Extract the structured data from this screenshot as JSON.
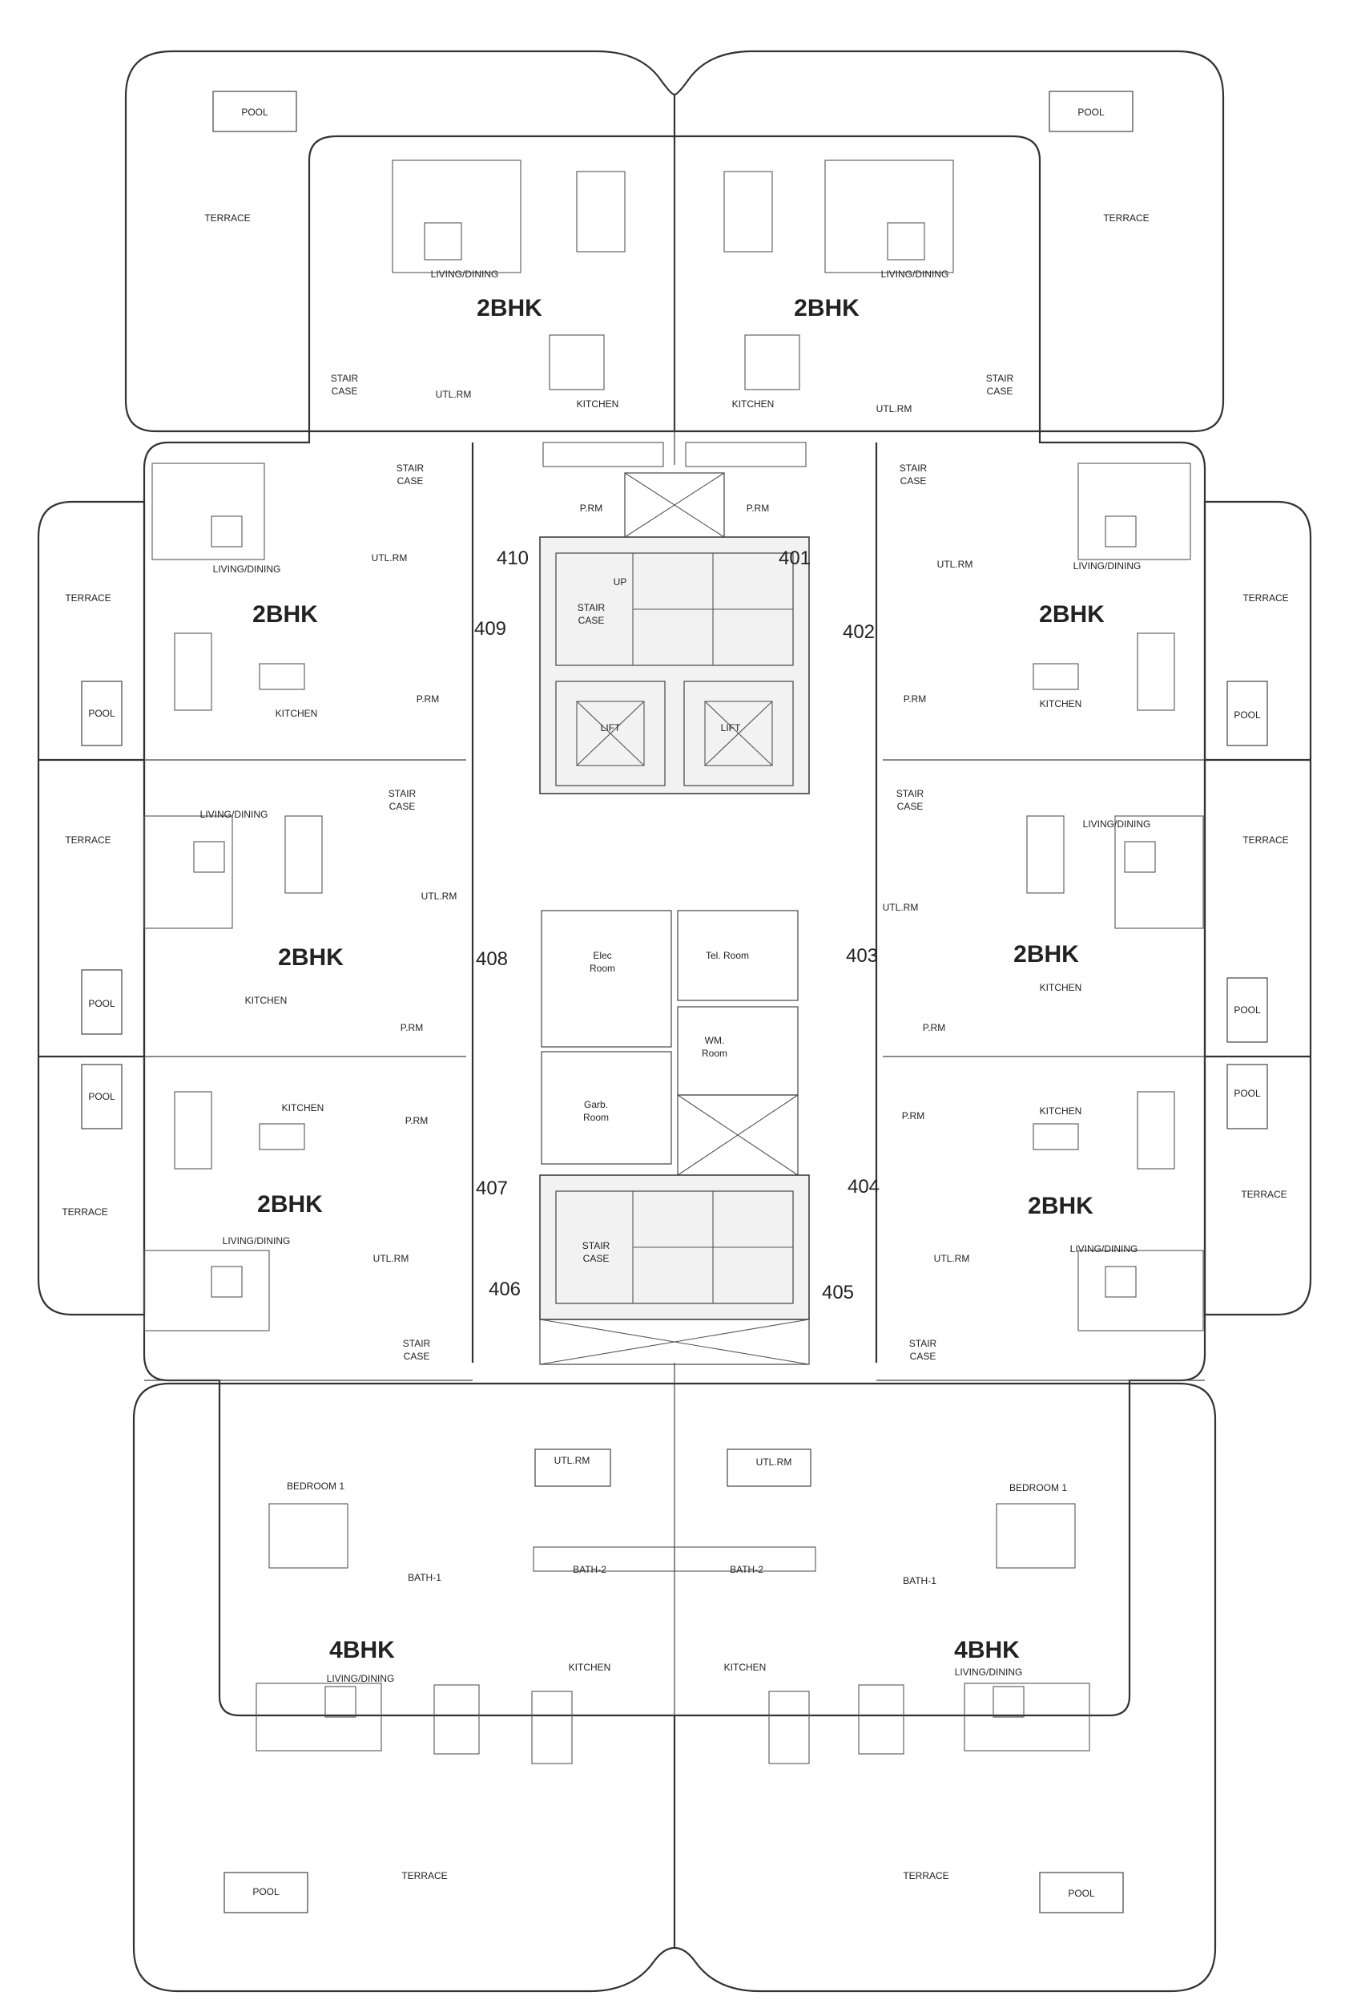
{
  "labels": {
    "pool": "POOL",
    "terrace": "TERRACE",
    "living_dining": "LIVING/DINING",
    "bhk2": "2BHK",
    "bhk4": "4BHK",
    "kitchen": "KITCHEN",
    "stair": "STAIR",
    "case": "CASE",
    "utl_rm": "UTL.RM",
    "p_rm": "P.RM",
    "lift": "LIFT",
    "up": "UP",
    "elec": "Elec",
    "room": "Room",
    "tel_room": "Tel. Room",
    "wm": "WM.",
    "garb": "Garb.",
    "bedroom1": "BEDROOM 1",
    "bath1": "BATH-1",
    "bath2": "BATH-2"
  },
  "units": {
    "u401": "401",
    "u402": "402",
    "u403": "403",
    "u404": "404",
    "u405": "405",
    "u406": "406",
    "u407": "407",
    "u408": "408",
    "u409": "409",
    "u410": "410"
  }
}
